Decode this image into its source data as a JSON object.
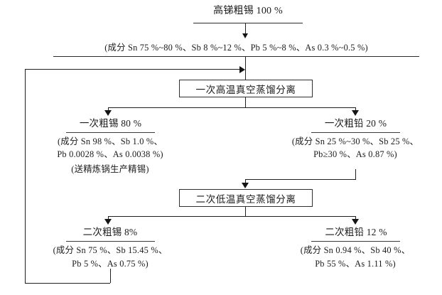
{
  "diagram": {
    "title": "高锑粗锡 100 %",
    "feed_composition": "(成分 Sn 75 %~80 %、Sb 8 %~12 %、Pb 5 %~8 %、As 0.3 %~0.5 %)",
    "process_1": "一次高温真空蒸馏分离",
    "process_2": "二次低温真空蒸馏分离",
    "stage1_left": {
      "label": "一次粗锡 80 %",
      "line1": "(成分 Sn 98 %、Sb 1.0 %、",
      "line2": "Pb 0.0028 %、As 0.0038 %)",
      "line3": "(送精炼锅生产精锡)"
    },
    "stage1_right": {
      "label": "一次粗铅 20 %",
      "line1": "(成分 Sn 25 %~30 %、Sb 25 %、",
      "line2": "Pb≥30 %、As 0.87 %)"
    },
    "stage2_left": {
      "label": "二次粗锡 8%",
      "line1": "(成分 Sn 75 %、Sb 15.45 %、",
      "line2": "Pb 5 %、As 0.75 %)"
    },
    "stage2_right": {
      "label": "二次粗铅 12 %",
      "line1": "(成分 Sn 0.94 %、Sb 40 %、",
      "line2": "Pb 55 %、As 1.11 %)"
    }
  },
  "colors": {
    "line": "#1f1f1f",
    "box_border": "#2f2f2f",
    "text": "#1b1b1b",
    "background": "#ffffff"
  }
}
